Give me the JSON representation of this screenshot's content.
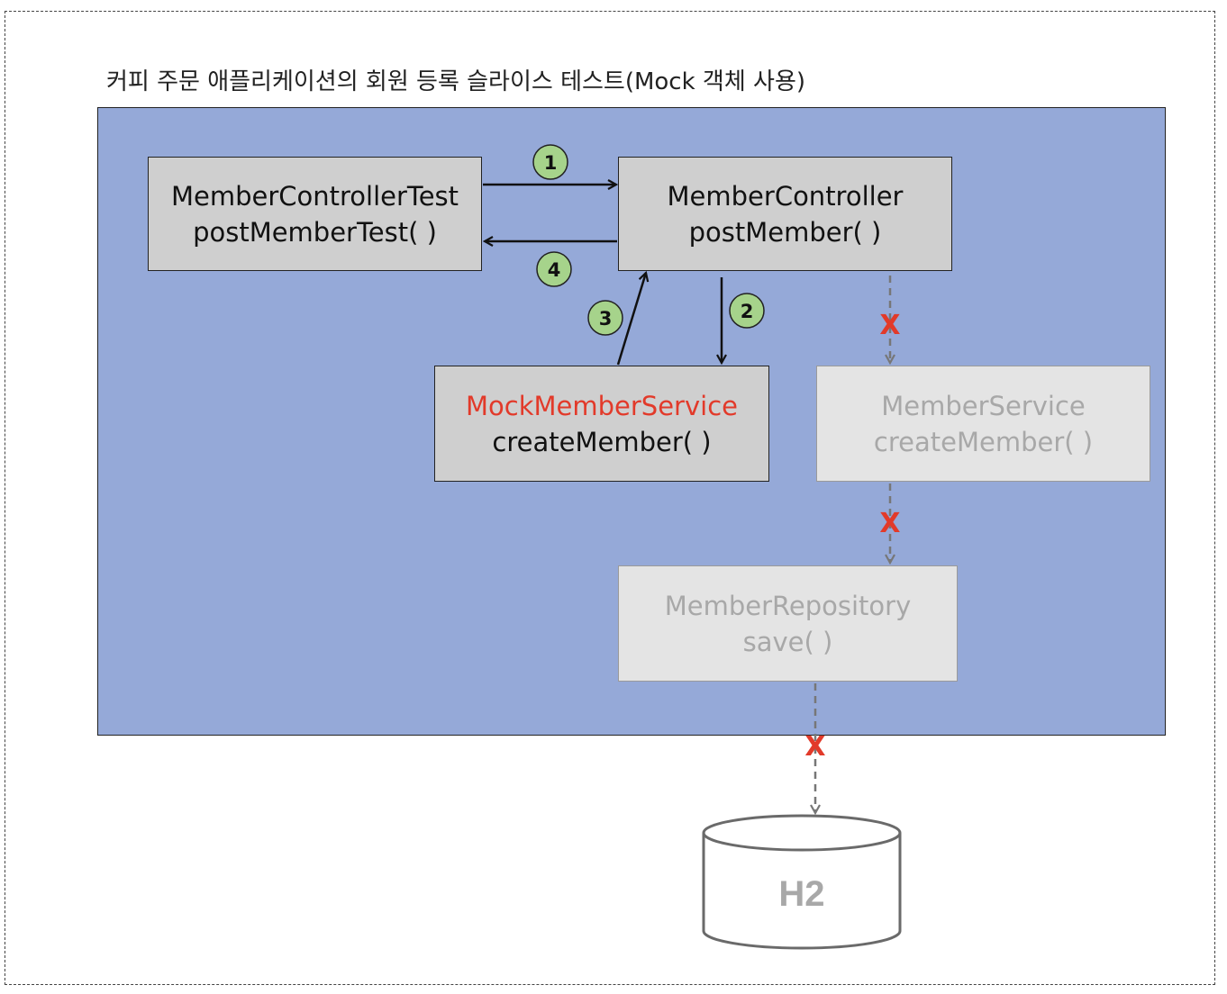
{
  "title": "커피 주문 애플리케이션의 회원 등록 슬라이스 테스트(Mock 객체 사용)",
  "nodes": {
    "test": {
      "class_name": "MemberControllerTest",
      "method": "postMemberTest( )"
    },
    "controller": {
      "class_name": "MemberController",
      "method": "postMember( )"
    },
    "mock_service": {
      "class_name": "MockMemberService",
      "method": "createMember( )"
    },
    "service": {
      "class_name": "MemberService",
      "method": "createMember( )"
    },
    "repository": {
      "class_name": "MemberRepository",
      "method": "save( )"
    },
    "database": {
      "label": "H2"
    }
  },
  "steps": [
    {
      "number": "1",
      "from": "MemberControllerTest",
      "to": "MemberController"
    },
    {
      "number": "2",
      "from": "MemberController",
      "to": "MockMemberService"
    },
    {
      "number": "3",
      "from": "MockMemberService",
      "to": "MemberController"
    },
    {
      "number": "4",
      "from": "MemberController",
      "to": "MemberControllerTest"
    }
  ],
  "blocked_calls": [
    {
      "marker": "X",
      "from": "MemberController",
      "to": "MemberService"
    },
    {
      "marker": "X",
      "from": "MemberService",
      "to": "MemberRepository"
    },
    {
      "marker": "X",
      "from": "MemberRepository",
      "to": "H2"
    }
  ],
  "colors": {
    "context_background": "#95a9d8",
    "active_box": "#cfcfcf",
    "disabled_box": "#e4e4e4",
    "mock_text": "#e23a2a",
    "step_badge": "#a6d38b",
    "blocked_marker": "#e23a2a"
  }
}
